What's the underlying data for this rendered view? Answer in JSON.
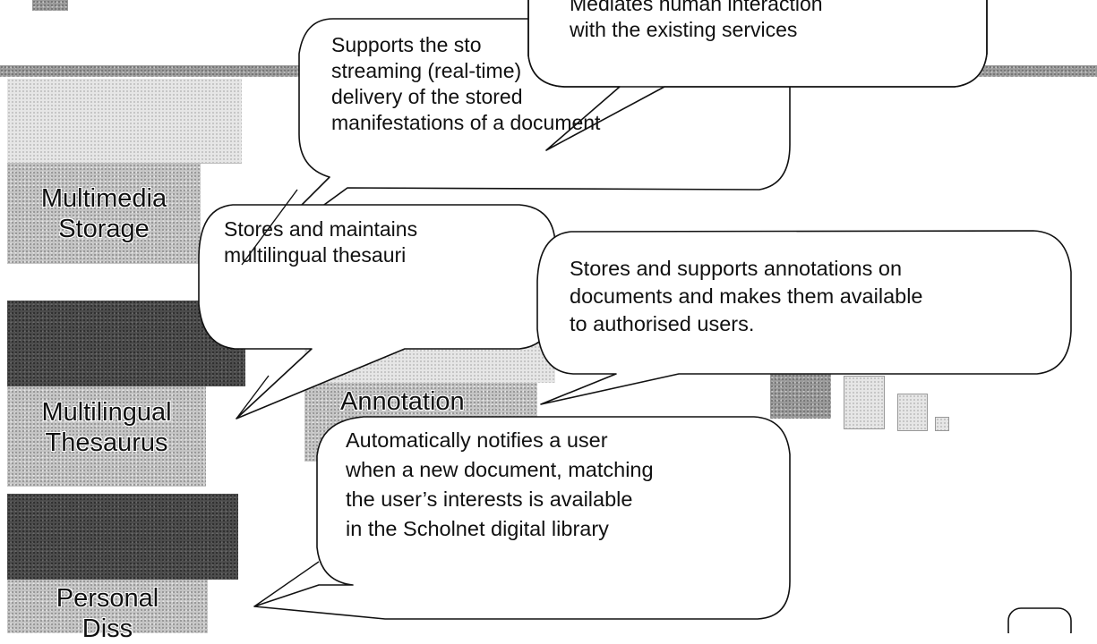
{
  "title_fragment": "",
  "blocks": [
    {
      "name": "multimedia-storage",
      "lines": [
        "Multimedia",
        "Storage"
      ]
    },
    {
      "name": "multilingual-thesaurus",
      "lines": [
        "Multilingual",
        "Thesaurus"
      ]
    },
    {
      "name": "annotation",
      "lines": [
        "Annotation"
      ]
    },
    {
      "name": "personal-diss",
      "lines": [
        "Personal",
        "Diss"
      ]
    }
  ],
  "callouts": [
    {
      "name": "human-interaction",
      "lines": [
        "Mediates human interaction",
        "with the existing services"
      ]
    },
    {
      "name": "storage-streaming",
      "lines": [
        "Supports the sto",
        "streaming (real-time)",
        "delivery of the stored",
        "manifestations of a document"
      ]
    },
    {
      "name": "thesaurus",
      "lines": [
        "Stores and maintains",
        "multilingual thesauri"
      ]
    },
    {
      "name": "annotations",
      "lines": [
        "Stores and supports annotations on",
        "documents and makes them available",
        "to authorised users."
      ]
    },
    {
      "name": "notification",
      "lines": [
        "Automatically notifies a user",
        "when a new document, matching",
        "the user’s interests is available",
        "in the Scholnet digital library"
      ]
    }
  ],
  "colors": {
    "block_dark": "#4c4c4c",
    "block_mid": "#9a9a9a",
    "bar": "#9a9a9a",
    "outline": "#111111"
  }
}
